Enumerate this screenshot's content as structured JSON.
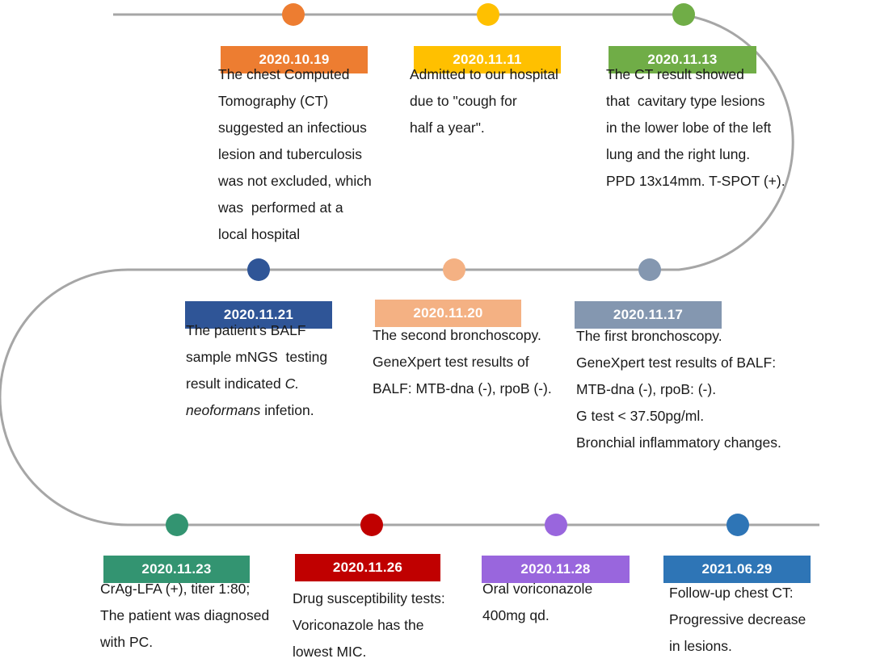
{
  "colors": {
    "line": "#a6a6a6",
    "orange": "#ed7d31",
    "yellow": "#ffc000",
    "green": "#70ad47",
    "navy": "#2f5597",
    "peach": "#f4b183",
    "slate": "#8497b0",
    "teal": "#339471",
    "red": "#c00000",
    "purple": "#9966dd",
    "blue": "#2e75b6"
  },
  "events": [
    {
      "date": "2020.10.19",
      "color": "#ed7d31",
      "lines": [
        "The chest Computed",
        "Tomography (CT)",
        "suggested an infectious",
        "lesion and tuberculosis",
        "was not excluded, which",
        "was  performed at a",
        "local hospital"
      ]
    },
    {
      "date": "2020.11.11",
      "color": "#ffc000",
      "lines": [
        "Admitted to our hospital",
        "due to \"cough for",
        "half a year\"."
      ]
    },
    {
      "date": "2020.11.13",
      "color": "#70ad47",
      "lines": [
        "The CT result showed",
        "that  cavitary type lesions",
        "in the lower lobe of the left",
        "lung and the right lung.",
        "PPD 13x14mm. T-SPOT (+)."
      ]
    },
    {
      "date": "2020.11.21",
      "color": "#2f5597",
      "lines": [
        "The patient’s BALF",
        "sample mNGS  testing",
        "result indicated C.",
        "neoformans infetion."
      ]
    },
    {
      "date": "2020.11.20",
      "color": "#f4b183",
      "lines": [
        "The second bronchoscopy.",
        "GeneXpert test results of",
        "BALF: MTB-dna (-), rpoB (-)."
      ]
    },
    {
      "date": "2020.11.17",
      "color": "#8497b0",
      "lines": [
        "The first bronchoscopy.",
        "GeneXpert test results of BALF:",
        "MTB-dna (-), rpoB: (-).",
        "G test < 37.50pg/ml.",
        "Bronchial inflammatory changes."
      ]
    },
    {
      "date": "2020.11.23",
      "color": "#339471",
      "lines": [
        "CrAg-LFA (+), titer 1:80;",
        "The patient was diagnosed",
        "with PC."
      ]
    },
    {
      "date": "2020.11.26",
      "color": "#c00000",
      "lines": [
        "Drug susceptibility tests:",
        "Voriconazole has the",
        "lowest MIC."
      ]
    },
    {
      "date": "2020.11.28",
      "color": "#9966dd",
      "lines": [
        "Oral voriconazole",
        "400mg qd."
      ]
    },
    {
      "date": "2021.06.29",
      "color": "#2e75b6",
      "lines": [
        "Follow-up chest CT:",
        "Progressive decrease",
        "in lesions."
      ]
    }
  ]
}
